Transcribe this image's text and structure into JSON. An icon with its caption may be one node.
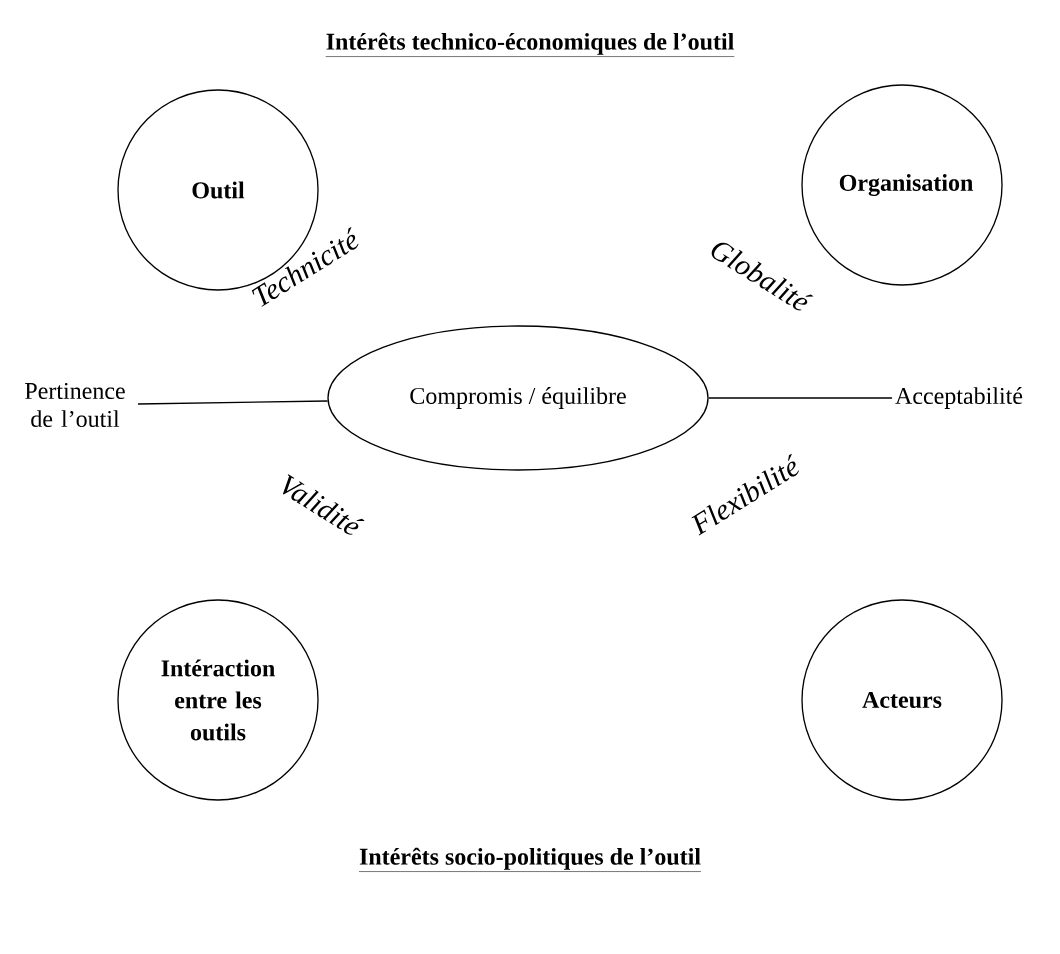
{
  "diagram": {
    "title": "Intérêts technico-économiques de l’outil",
    "caption": "Intérêts socio-politiques de l’outil",
    "nodes": [
      {
        "text": [
          "Outil"
        ]
      },
      {
        "text": [
          "Organisation"
        ]
      },
      {
        "text": [
          "Pertinence de l’outil"
        ]
      },
      {
        "text": [
          "Compromis / équilibre"
        ]
      },
      {
        "text": [
          "Acceptabilité"
        ]
      },
      {
        "text": [
          "Intéraction entre les outils"
        ]
      },
      {
        "text": [
          "Acteurs"
        ]
      }
    ],
    "edges": [
      {
        "from": 2,
        "to": 3,
        "arrow": "none"
      },
      {
        "from": 3,
        "to": 4,
        "arrow": "none"
      }
    ],
    "labels": [
      "Technicité",
      "Globalité",
      "Validité",
      "Flexibilité"
    ]
  }
}
